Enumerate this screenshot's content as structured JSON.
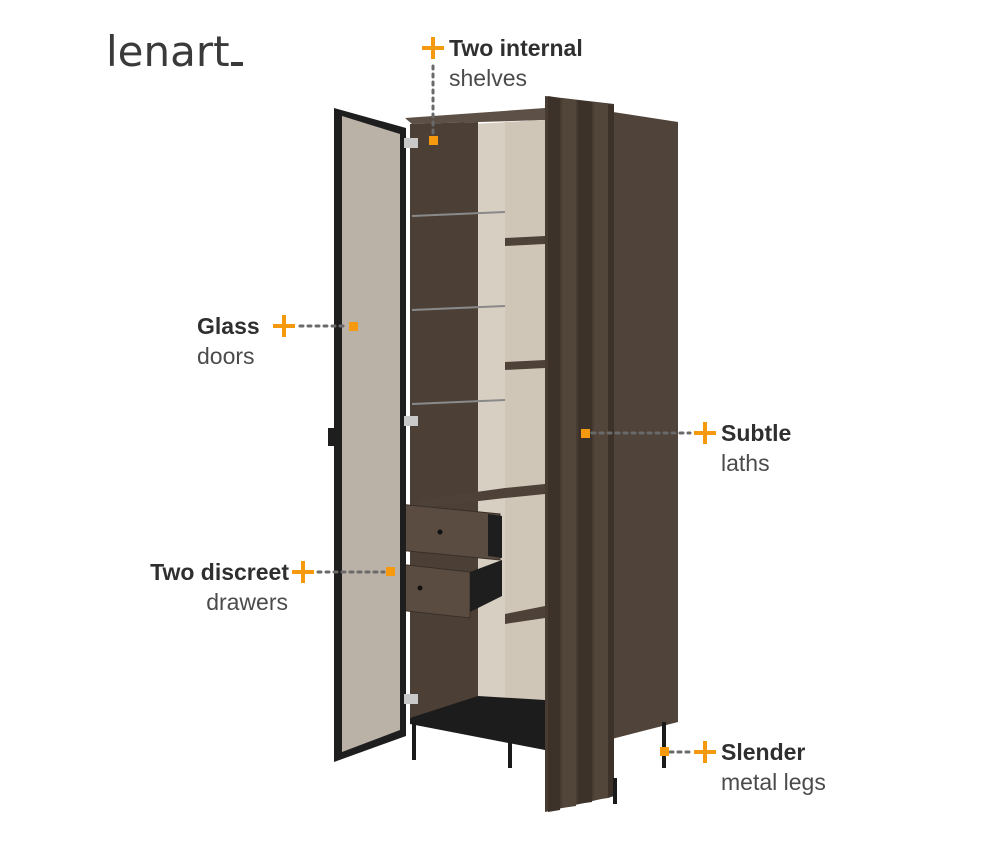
{
  "brand": {
    "logo_text": "lenart"
  },
  "colors": {
    "accent": "#f59a0e",
    "wood_dark": "#4a3e35",
    "wood_mid": "#5b4e43",
    "interior_light": "#d9d2c6",
    "frame_black": "#1e1e1e",
    "glass_tint": "#bdb4ab"
  },
  "callouts": {
    "shelves": {
      "title": "Two internal",
      "subtitle": "shelves"
    },
    "glass": {
      "title": "Glass",
      "subtitle": "doors"
    },
    "laths": {
      "title": "Subtle",
      "subtitle": "laths"
    },
    "drawers": {
      "title": "Two discreet",
      "subtitle": "drawers"
    },
    "legs": {
      "title": "Slender",
      "subtitle": "metal legs"
    }
  },
  "icons": {
    "callout_marker": "plus-icon",
    "anchor_marker": "square-dot-icon"
  }
}
